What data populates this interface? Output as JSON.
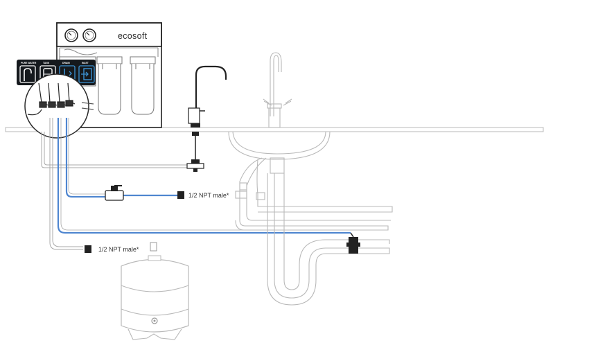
{
  "brand": {
    "name": "ecosoft"
  },
  "panel": {
    "labels": [
      "PURE WATER",
      "TANK",
      "DRAIN",
      "INLET"
    ]
  },
  "callouts": {
    "supply_fitting": "1/2 NPT male*",
    "tank_fitting": "1/2 NPT male*"
  },
  "colors": {
    "line": "#b9b9b9",
    "dark_line": "#8f8f8f",
    "blue_tube": "#4f86d0",
    "panel_dark": "#15191d",
    "panel_accent": "#3c93d4"
  },
  "icons": [
    "gauge-icon",
    "faucet-icon",
    "tank-icon",
    "drain-icon",
    "inlet-icon"
  ]
}
